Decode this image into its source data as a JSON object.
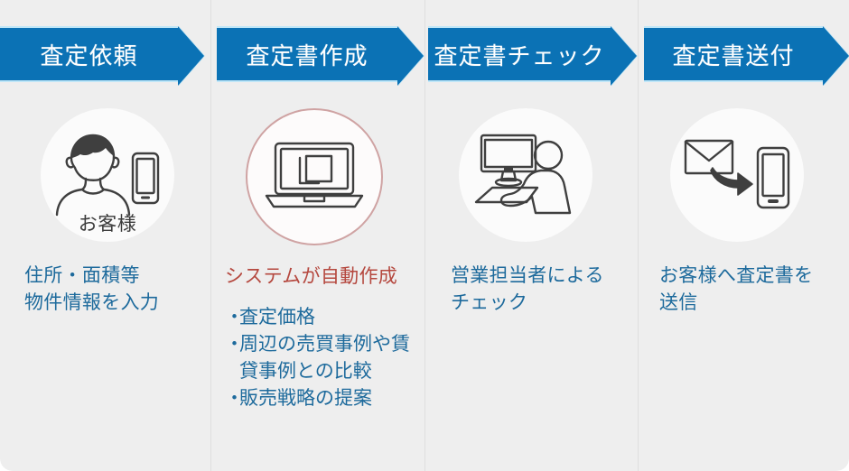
{
  "steps": [
    {
      "header": "査定依頼",
      "icon": "customer-with-smartphone-icon",
      "icon_caption": "お客様",
      "body": "住所・面積等\n物件情報を入力"
    },
    {
      "header": "査定書作成",
      "icon": "laptop-icon",
      "heading": "システムが自動作成",
      "bullets": [
        {
          "marker": "・",
          "text": "査定価格"
        },
        {
          "marker": "・",
          "text": "周辺の売買事例や賃貸事例との比較"
        },
        {
          "marker": "・",
          "text": "販売戦略の提案"
        }
      ]
    },
    {
      "header": "査定書チェック",
      "icon": "person-at-desktop-computer-icon",
      "body": "営業担当者による\nチェック"
    },
    {
      "header": "査定書送付",
      "icon": "envelope-to-smartphone-icon",
      "body": "お客様へ査定書を\n送信"
    }
  ],
  "colors": {
    "arrow_blue": "#0b72b5",
    "arrow_highlight": "#bfe6f7",
    "body_text_blue": "#1d6a9c",
    "heading_red": "#b5483f",
    "icon_stroke": "#3f3f3f",
    "icon_ring": "#cfa3a3",
    "background": "#eeeeee",
    "divider": "#dedede",
    "circle_fill": "#fbfbfb"
  }
}
